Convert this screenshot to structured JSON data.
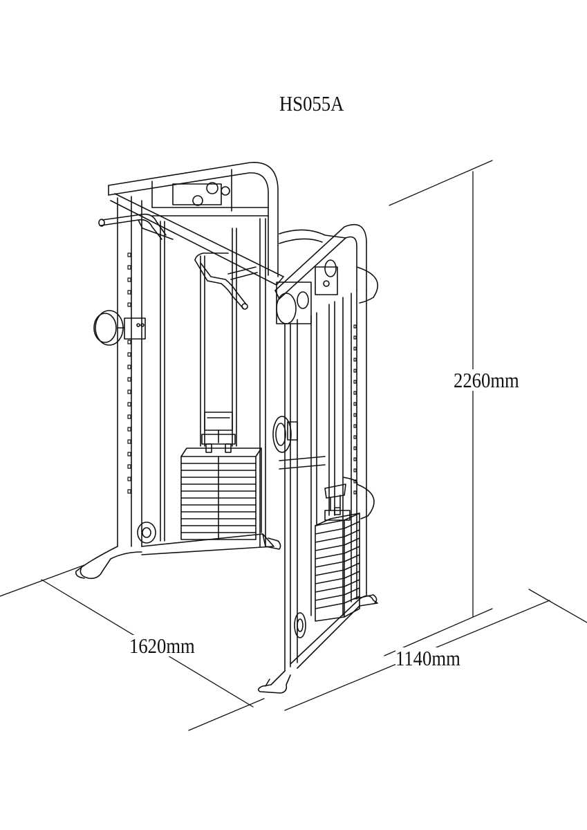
{
  "diagram": {
    "model": "HS055A",
    "dimensions": {
      "height": "2260mm",
      "width": "1620mm",
      "depth": "1140mm"
    },
    "line_color": "#111111",
    "background": "#ffffff"
  }
}
